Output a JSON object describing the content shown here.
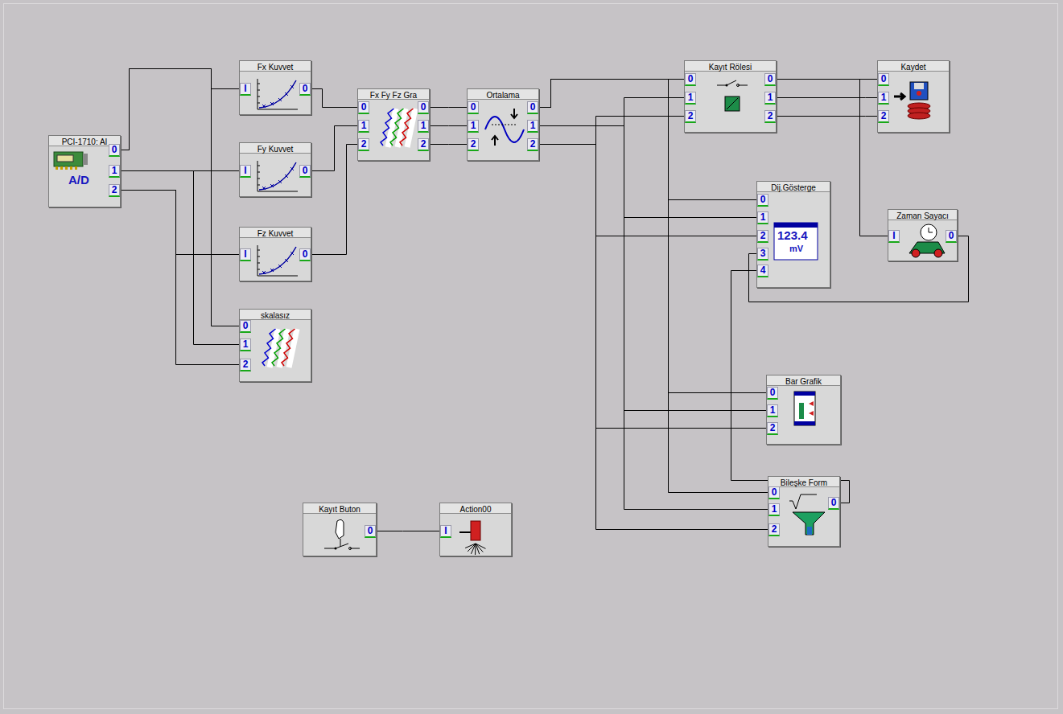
{
  "diagram": {
    "nodes": [
      {
        "text": [
          "PCI-1710: AI",
          "A/D",
          "0",
          "1",
          "2"
        ]
      },
      {
        "text": [
          "Fx Kuvvet",
          "I",
          "0"
        ]
      },
      {
        "text": [
          "Fy Kuvvet",
          "I",
          "0"
        ]
      },
      {
        "text": [
          "Fz Kuvvet",
          "I",
          "0"
        ]
      },
      {
        "text": [
          "skalasız",
          "0",
          "1",
          "2"
        ]
      },
      {
        "text": [
          "Fx Fy Fz Gra",
          "0",
          "1",
          "2",
          "0",
          "1",
          "2"
        ]
      },
      {
        "text": [
          "Ortalama",
          "0",
          "1",
          "2",
          "0",
          "1",
          "2"
        ]
      },
      {
        "text": [
          "Kayıt Rölesi",
          "0",
          "1",
          "2",
          "0",
          "1",
          "2"
        ]
      },
      {
        "text": [
          "Kaydet",
          "0",
          "1",
          "2"
        ]
      },
      {
        "text": [
          "Dij.Gösterge",
          "0",
          "1",
          "2",
          "3",
          "4",
          "123.4",
          "mV"
        ]
      },
      {
        "text": [
          "Zaman Sayacı",
          "I",
          "0"
        ]
      },
      {
        "text": [
          "Bar Grafik",
          "0",
          "1",
          "2"
        ]
      },
      {
        "text": [
          "Bileşke Form",
          "0",
          "1",
          "2",
          "0"
        ]
      },
      {
        "text": [
          "Kayıt Buton",
          "0"
        ]
      },
      {
        "text": [
          "Action00",
          "I"
        ]
      }
    ],
    "edges": [
      {
        "from": 0,
        "to": 1,
        "arrow": "none"
      },
      {
        "from": 0,
        "to": 4,
        "arrow": "none"
      },
      {
        "from": 0,
        "to": 2,
        "arrow": "none"
      },
      {
        "from": 0,
        "to": 4,
        "arrow": "none"
      },
      {
        "from": 0,
        "to": 3,
        "arrow": "none"
      },
      {
        "from": 0,
        "to": 4,
        "arrow": "none"
      },
      {
        "from": 1,
        "to": 5,
        "arrow": "none"
      },
      {
        "from": 2,
        "to": 5,
        "arrow": "none"
      },
      {
        "from": 3,
        "to": 5,
        "arrow": "none"
      },
      {
        "from": 5,
        "to": 6,
        "arrow": "none"
      },
      {
        "from": 5,
        "to": 6,
        "arrow": "none"
      },
      {
        "from": 5,
        "to": 6,
        "arrow": "none"
      },
      {
        "from": 6,
        "to": 7,
        "arrow": "none"
      },
      {
        "from": 6,
        "to": 9,
        "arrow": "none"
      },
      {
        "from": 6,
        "to": 11,
        "arrow": "none"
      },
      {
        "from": 6,
        "to": 12,
        "arrow": "none"
      },
      {
        "from": 6,
        "to": 7,
        "arrow": "none"
      },
      {
        "from": 6,
        "to": 9,
        "arrow": "none"
      },
      {
        "from": 6,
        "to": 11,
        "arrow": "none"
      },
      {
        "from": 6,
        "to": 12,
        "arrow": "none"
      },
      {
        "from": 6,
        "to": 7,
        "arrow": "none"
      },
      {
        "from": 6,
        "to": 9,
        "arrow": "none"
      },
      {
        "from": 6,
        "to": 11,
        "arrow": "none"
      },
      {
        "from": 6,
        "to": 12,
        "arrow": "none"
      },
      {
        "from": 7,
        "to": 8,
        "arrow": "none"
      },
      {
        "from": 7,
        "to": 10,
        "arrow": "none"
      },
      {
        "from": 7,
        "to": 8,
        "arrow": "none"
      },
      {
        "from": 7,
        "to": 8,
        "arrow": "none"
      },
      {
        "from": 10,
        "to": 9,
        "arrow": "none"
      },
      {
        "from": 12,
        "to": 9,
        "arrow": "none"
      },
      {
        "from": 13,
        "to": 14,
        "arrow": "none"
      }
    ]
  }
}
